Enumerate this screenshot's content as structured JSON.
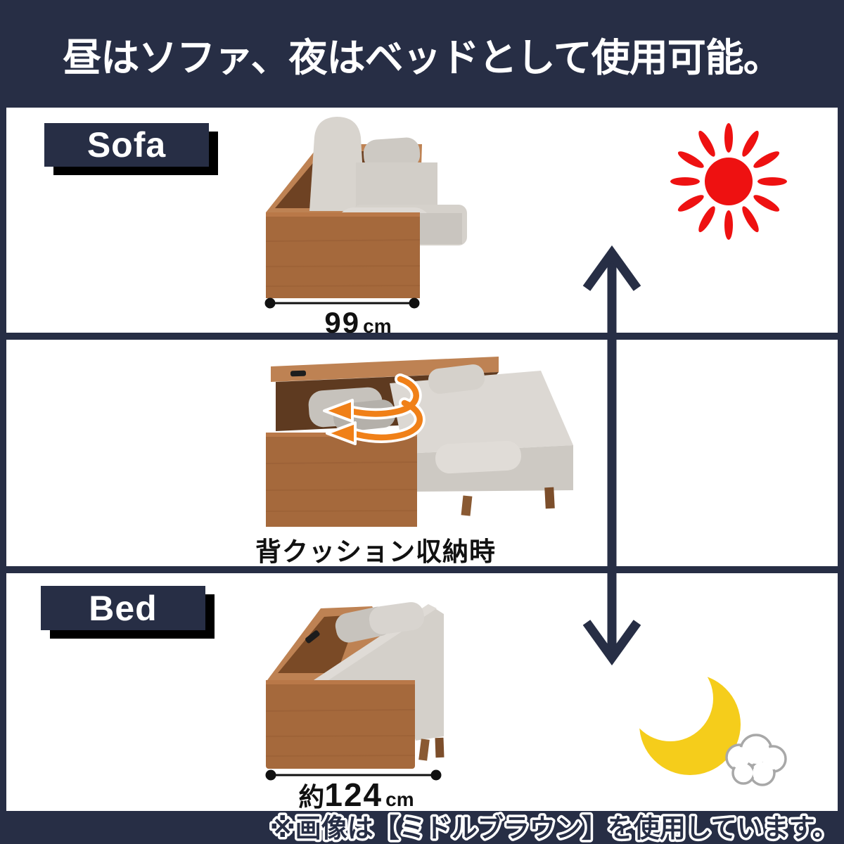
{
  "banner": {
    "title": "昼はソファ、夜はベッドとして使用可能。"
  },
  "panels": {
    "sofa": {
      "label": "Sofa",
      "width": {
        "value": "99",
        "unit": "cm"
      }
    },
    "stored": {
      "caption": "背クッション収納時"
    },
    "bed": {
      "label": "Bed",
      "width": {
        "prefix": "約",
        "value": "124",
        "unit": "cm"
      }
    }
  },
  "footer": {
    "note": "※画像は【ミドルブラウン】を使用しています。"
  },
  "icons": {
    "day": "sun-icon",
    "night": "moon-cloud-icon",
    "convert": "up-down-arrow-icon",
    "storage": "curved-storage-arrows-icon"
  },
  "colors": {
    "navy": "#272E45",
    "sun_red": "#EE1111",
    "moon_yellow": "#F5CD1B",
    "cloud_outline": "#A8A8A8",
    "arrow_orange": "#F08018",
    "wood_brown": "#A5693C",
    "wood_light": "#BE8253",
    "wood_dark": "#6E4223",
    "cushion_gray": "#D5D1CB",
    "label_shadow": "#000000",
    "text_black": "#111111"
  }
}
